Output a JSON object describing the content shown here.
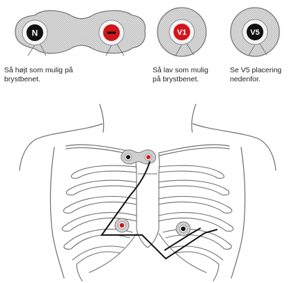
{
  "electrodes": {
    "n": {
      "label": "N",
      "color": "#111111"
    },
    "minus": {
      "label": "−",
      "color": "#d0161c"
    },
    "v1": {
      "label": "V1",
      "color": "#d0161c"
    },
    "v5": {
      "label": "V5",
      "color": "#111111"
    }
  },
  "captions": {
    "sternum_top": {
      "line1": "Så højt som mulig på",
      "line2": "brystbenet."
    },
    "sternum_low": {
      "line1": "Så lav som mulig",
      "line2": "på brystbenet."
    },
    "v5": {
      "line1": "Se V5 placering",
      "line2": "nedenfor."
    }
  },
  "colors": {
    "wire": "#111111",
    "outline": "#7a7a7a",
    "patch_fill": "#d4d4d4",
    "red": "#d0161c"
  }
}
